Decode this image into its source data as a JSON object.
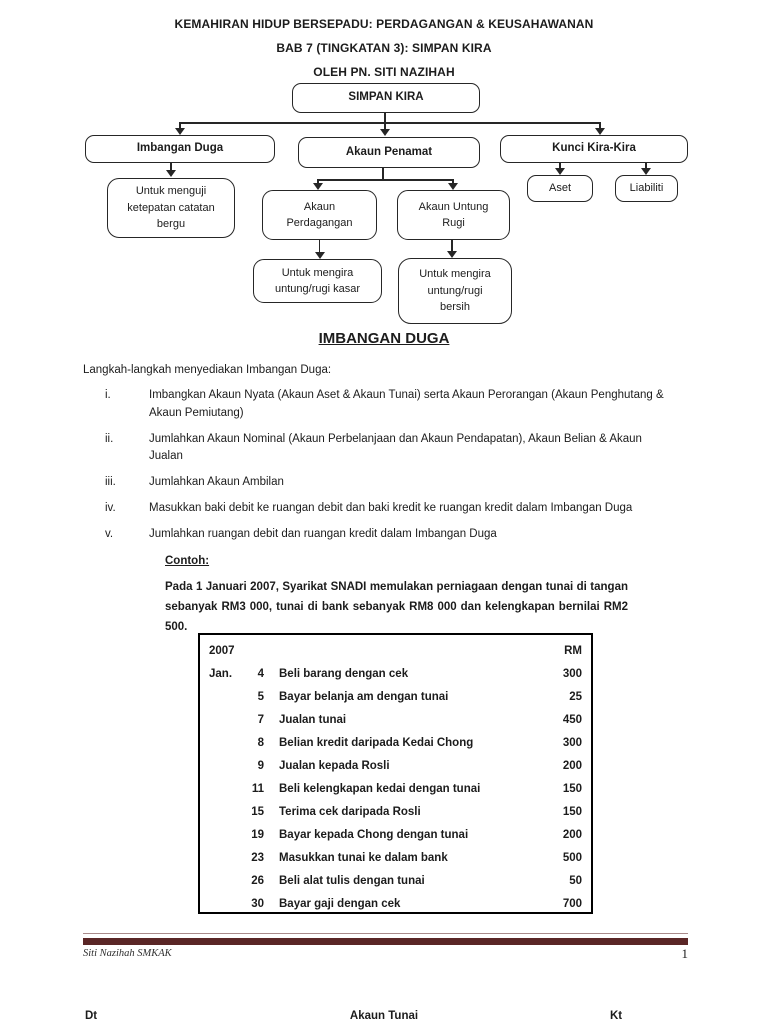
{
  "header": {
    "line1": "KEMAHIRAN HIDUP BERSEPADU: PERDAGANGAN & KEUSAHAWANAN",
    "line2": "BAB 7 (TINGKATAN 3): SIMPAN KIRA",
    "line3": "OLEH PN. SITI NAZIHAH"
  },
  "flowchart": {
    "root": "SIMPAN KIRA",
    "imbangan_duga": "Imbangan Duga",
    "akaun_penamat": "Akaun Penamat",
    "kunci_kira_kira": "Kunci Kira-Kira",
    "untuk_menguji": "Untuk menguji ketepatan catatan bergu",
    "akaun_perdagangan": "Akaun Perdagangan",
    "akaun_untung_rugi": "Akaun Untung Rugi",
    "aset": "Aset",
    "liabiliti": "Liabiliti",
    "mengira_kasar": "Untuk mengira untung/rugi kasar",
    "mengira_bersih": "Untuk mengira untung/rugi bersih"
  },
  "section": {
    "title": "IMBANGAN DUGA",
    "intro": "Langkah-langkah menyediakan Imbangan Duga:",
    "steps": [
      {
        "num": "i.",
        "text": "Imbangkan Akaun Nyata (Akaun Aset & Akaun Tunai) serta Akaun Perorangan (Akaun Penghutang & Akaun Pemiutang)"
      },
      {
        "num": "ii.",
        "text": "Jumlahkan Akaun Nominal (Akaun Perbelanjaan dan Akaun Pendapatan), Akaun Belian & Akaun Jualan"
      },
      {
        "num": "iii.",
        "text": "Jumlahkan Akaun Ambilan"
      },
      {
        "num": "iv.",
        "text": "Masukkan baki debit ke ruangan debit dan baki kredit ke ruangan kredit dalam Imbangan Duga"
      },
      {
        "num": "v.",
        "text": "Jumlahkan ruangan debit dan ruangan kredit dalam Imbangan Duga"
      }
    ]
  },
  "example": {
    "label": "Contoh:",
    "paragraph": "Pada 1 Januari 2007, Syarikat SNADI memulakan perniagaan dengan tunai di tangan sebanyak RM3 000, tunai di bank sebanyak RM8 000 dan kelengkapan bernilai RM2 500."
  },
  "table": {
    "year": "2007",
    "currency": "RM",
    "month": "Jan.",
    "rows": [
      {
        "day": "4",
        "desc": "Beli barang dengan cek",
        "amount": "300"
      },
      {
        "day": "5",
        "desc": "Bayar belanja am dengan tunai",
        "amount": "25"
      },
      {
        "day": "7",
        "desc": "Jualan tunai",
        "amount": "450"
      },
      {
        "day": "8",
        "desc": "Belian kredit daripada Kedai Chong",
        "amount": "300"
      },
      {
        "day": "9",
        "desc": "Jualan kepada Rosli",
        "amount": "200"
      },
      {
        "day": "11",
        "desc": "Beli kelengkapan kedai dengan tunai",
        "amount": "150"
      },
      {
        "day": "15",
        "desc": "Terima cek daripada Rosli",
        "amount": "150"
      },
      {
        "day": "19",
        "desc": "Bayar kepada Chong dengan tunai",
        "amount": "200"
      },
      {
        "day": "23",
        "desc": "Masukkan tunai ke dalam bank",
        "amount": "500"
      },
      {
        "day": "26",
        "desc": "Beli alat tulis dengan tunai",
        "amount": "50"
      },
      {
        "day": "30",
        "desc": "Bayar gaji dengan cek",
        "amount": "700"
      }
    ]
  },
  "footer": {
    "author": "Siti Nazihah SMKAK",
    "page_number": "1"
  },
  "taccount": {
    "debit_label": "Dt",
    "title": "Akaun Tunai",
    "credit_label": "Kt"
  },
  "colors": {
    "footer_bar": "#5a2626",
    "footer_thin_line": "#a98b8b",
    "text": "#1c1c1c"
  }
}
